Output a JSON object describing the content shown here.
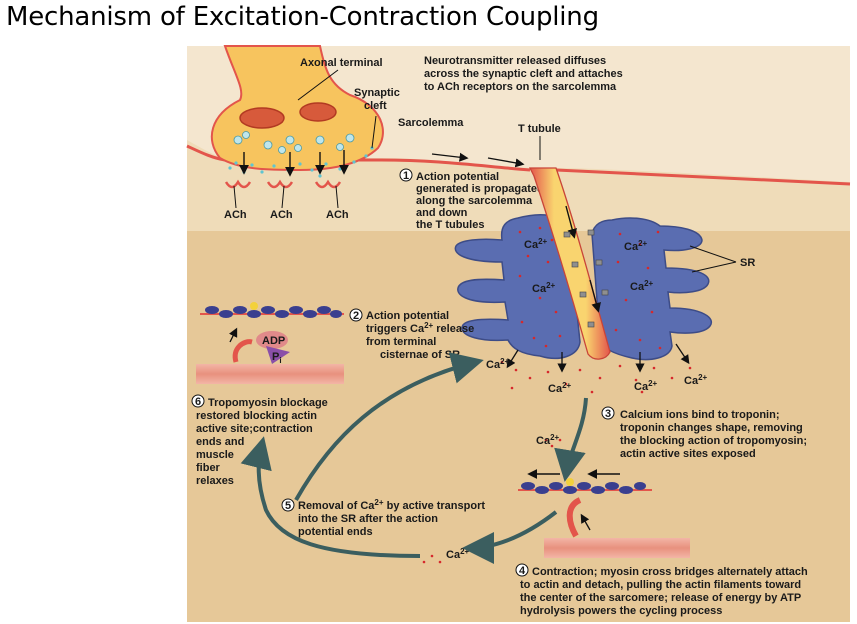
{
  "title": "Mechanism of Excitation-Contraction Coupling",
  "labels": {
    "axonal_terminal": "Axonal terminal",
    "synaptic_cleft": [
      "Synaptic",
      "cleft"
    ],
    "sarcolemma": "Sarcolemma",
    "t_tubule": "T tubule",
    "sr": "SR",
    "ach": "ACh",
    "adp": "ADP",
    "pi": "P",
    "pi_sub": "i",
    "ca": "Ca",
    "ca_sup": "2+"
  },
  "notes": {
    "neurotransmitter": [
      "Neurotransmitter released diffuses",
      "across the synaptic cleft and attaches",
      "to ACh receptors on the sarcolemma"
    ]
  },
  "steps": [
    {
      "num": "1",
      "lines": [
        "Action potential",
        "generated is propagated",
        "along the sarcolemma",
        "and down",
        "the T tubules"
      ]
    },
    {
      "num": "2",
      "line1": "Action potential",
      "line2_pre": "triggers Ca",
      "line2_sup": "2+",
      "line2_post": " release",
      "lines_rest": [
        "from terminal",
        "cisternae of SR"
      ]
    },
    {
      "num": "3",
      "lines": [
        "Calcium ions bind to troponin;",
        "troponin changes shape, removing",
        "the blocking action of tropomyosin;",
        "actin active sites exposed"
      ]
    },
    {
      "num": "4",
      "lines": [
        "Contraction; myosin cross bridges alternately attach",
        "to actin and detach, pulling the actin filaments toward",
        "the center of the sarcomere; release of energy by ATP",
        "hydrolysis powers the cycling process"
      ]
    },
    {
      "num": "5",
      "line1_pre": "Removal of Ca",
      "line1_sup": "2+",
      "line1_post": " by active transport",
      "lines_rest": [
        "into the SR after the action",
        "potential ends"
      ]
    },
    {
      "num": "6",
      "lines": [
        "Tropomyosin blockage",
        "restored blocking actin",
        "active site;contraction",
        "ends and",
        "muscle",
        "fiber",
        "relaxes"
      ]
    }
  ],
  "colors": {
    "axon": "#f7c45e",
    "sarcolemma": "#e3554b",
    "sr": "#5a6db1",
    "background_upper": "#f4e6cf",
    "background_lower": "#e6c898",
    "arrow": "#3b5e5f",
    "calcium": "#d6282b"
  }
}
